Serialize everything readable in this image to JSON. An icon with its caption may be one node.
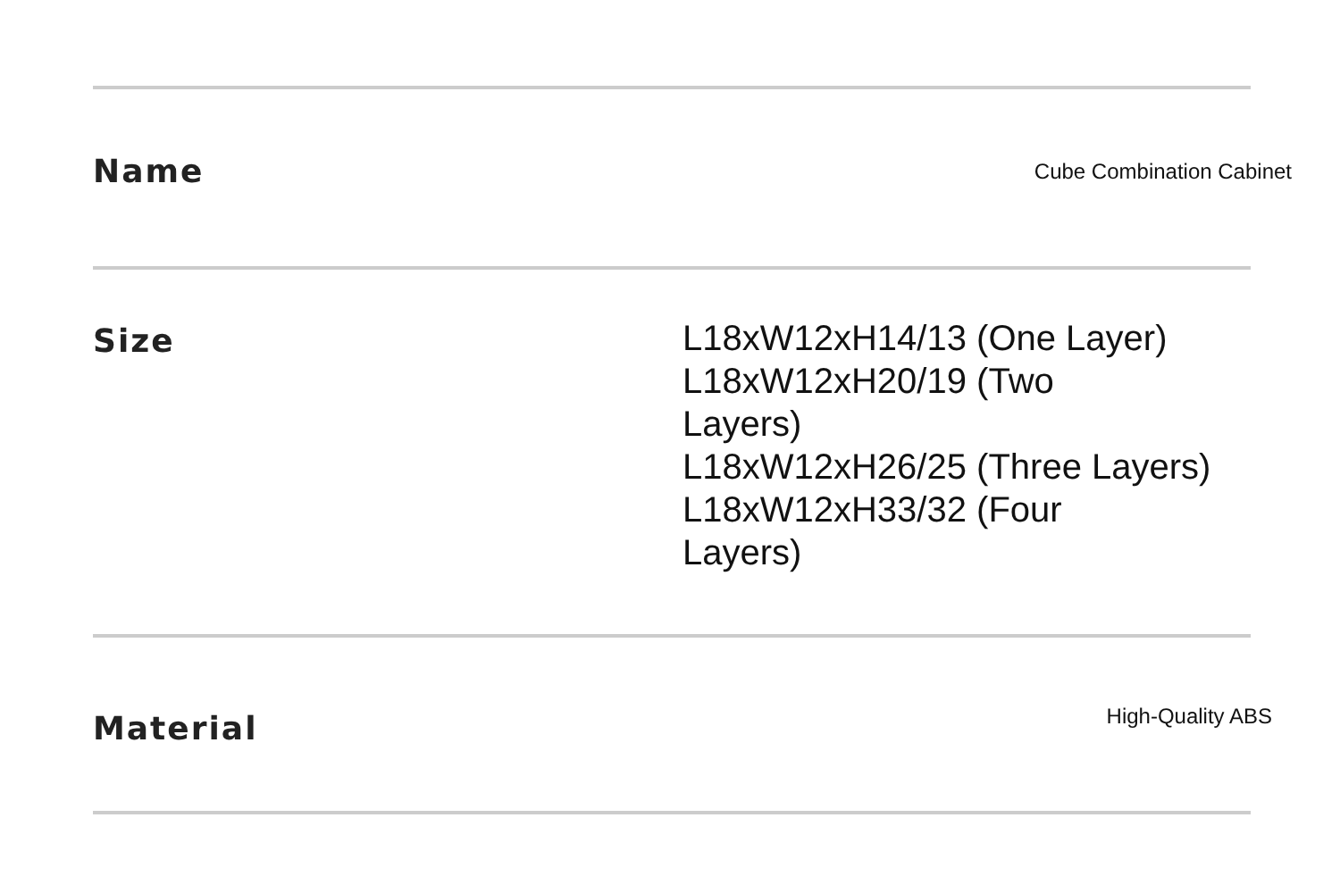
{
  "diagram": {
    "labels": [
      "Name",
      "Cube Combination Cabinet",
      "Size",
      "L18xW12xH14/13 (One Layer)",
      "L18xW12xH20/19 (Two Layers)",
      "L18xW12xH26/25 (Three Layers)",
      "L18xW12xH33/32 (Four Layers)",
      "Material",
      "High-Quality ABS"
    ]
  }
}
